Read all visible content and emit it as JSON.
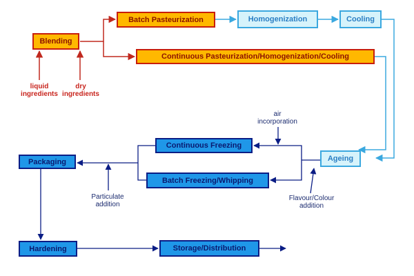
{
  "nodes": {
    "blending": "Blending",
    "batch_pasteurization": "Batch Pasteurization",
    "homogenization": "Homogenization",
    "cooling": "Cooling",
    "continuous_phc": "Continuous Pasteurization/Homogenization/Cooling",
    "ageing": "Ageing",
    "continuous_freezing": "Continuous Freezing",
    "batch_freezing": "Batch Freezing/Whipping",
    "packaging": "Packaging",
    "hardening": "Hardening",
    "storage": "Storage/Distribution"
  },
  "inputs": {
    "liquid_line1": "liquid",
    "liquid_line2": "ingredients",
    "dry_line1": "dry",
    "dry_line2": "ingredients",
    "air_line1": "air",
    "air_line2": "incorporation",
    "flavour_line1": "Flavour/Colour",
    "flavour_line2": "addition",
    "particulate_line1": "Particulate",
    "particulate_line2": "addition"
  },
  "colors": {
    "orange_fill": "#ffb800",
    "orange_border": "#c81e0a",
    "red_line": "#c0281e",
    "cyan_fill": "#d6f3fb",
    "cyan_border": "#3aa8df",
    "blue_fill": "#1f97e8",
    "blue_border": "#0b1d85",
    "navy_line": "#0b1d85"
  }
}
